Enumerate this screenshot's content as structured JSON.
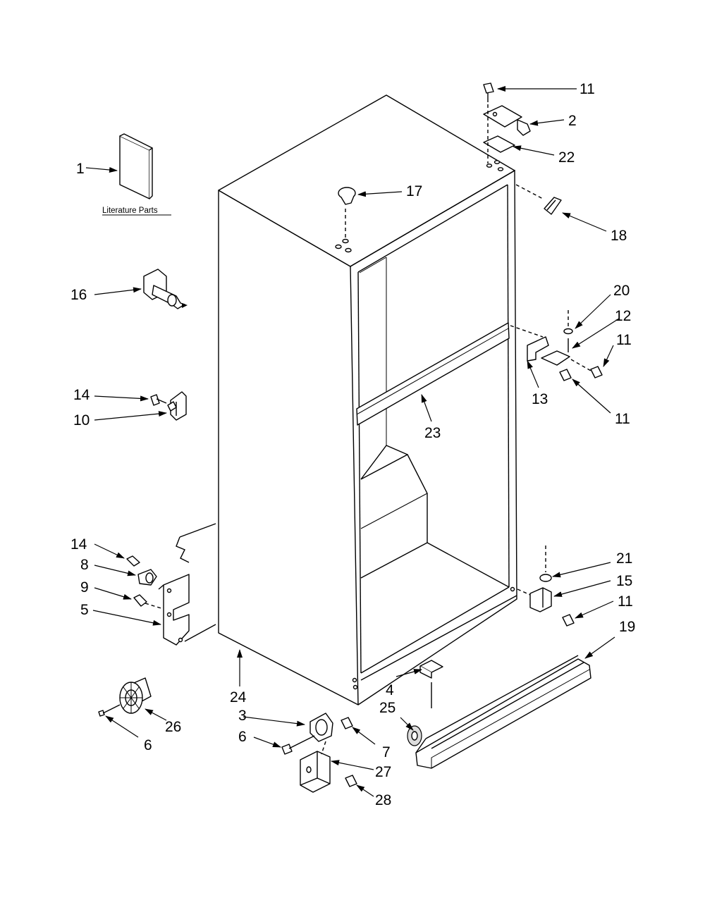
{
  "literature_label": "Literature Parts",
  "callouts": {
    "c1": "1",
    "c2": "2",
    "c3": "3",
    "c4": "4",
    "c5": "5",
    "c6a": "6",
    "c6b": "6",
    "c7": "7",
    "c8": "8",
    "c9": "9",
    "c10": "10",
    "c11a": "11",
    "c11b": "11",
    "c11c": "11",
    "c11d": "11",
    "c12": "12",
    "c13": "13",
    "c14a": "14",
    "c14b": "14",
    "c15": "15",
    "c16": "16",
    "c17": "17",
    "c18": "18",
    "c19": "19",
    "c20": "20",
    "c21": "21",
    "c22": "22",
    "c23": "23",
    "c24": "24",
    "c25": "25",
    "c26": "26",
    "c27": "27",
    "c28": "28"
  }
}
